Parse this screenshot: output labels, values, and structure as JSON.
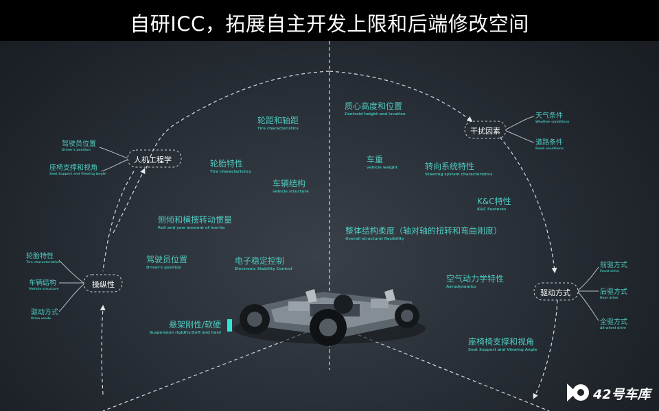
{
  "title": "自研ICC，拓展自主开发上限和后端修改空间",
  "hubs": {
    "ergonomics": "人机工程学",
    "interference": "干扰因素",
    "handling": "操纵性",
    "drive": "驱动方式"
  },
  "side_items": {
    "driver_position": {
      "zh": "驾驶员位置",
      "en": "Driver's position"
    },
    "seat_support_left": {
      "zh": "座椅支撑和视角",
      "en": "Seat Support and Viewing Angle"
    },
    "weather": {
      "zh": "天气条件",
      "en": "Weather conditions"
    },
    "road": {
      "zh": "道路条件",
      "en": "Road conditions"
    },
    "tire_left": {
      "zh": "轮胎特性",
      "en": "Tire characteristics"
    },
    "vehicle_structure_left": {
      "zh": "车辆结构",
      "en": "Vehicle structure"
    },
    "drive_mode": {
      "zh": "驱动方式",
      "en": "Drive mode"
    },
    "front_drive": {
      "zh": "前驱方式",
      "en": "Front drive"
    },
    "rear_drive": {
      "zh": "后驱方式",
      "en": "Rear drive"
    },
    "all_wheel": {
      "zh": "全驱方式",
      "en": "All-wheel drive"
    }
  },
  "center_items": {
    "wheelbase": {
      "zh": "轮距和轴距",
      "en": "Tire characteristics"
    },
    "tire": {
      "zh": "轮胎特性",
      "en": "Tire characteristics"
    },
    "vehicle_structure": {
      "zh": "车辆结构",
      "en": "vehicle structure"
    },
    "roll_yaw": {
      "zh": "侧倾和横摆转动惯量",
      "en": "Roll and yaw moment of inertia"
    },
    "driver_position": {
      "zh": "驾驶员位置",
      "en": "Driver's position"
    },
    "esc": {
      "zh": "电子稳定控制",
      "en": "Electronic Stability Control"
    },
    "suspension": {
      "zh": "悬架刚性/软硬",
      "en": "Suspension rigidity/Soft and hard"
    },
    "centroid": {
      "zh": "质心高度和位置",
      "en": "Centroid height and location"
    },
    "weight": {
      "zh": "车重",
      "en": "vehicle weight"
    },
    "steering": {
      "zh": "转向系统特性",
      "en": "Steering system characteristics"
    },
    "kc": {
      "zh": "K&C特性",
      "en": "K&C Features"
    },
    "structural_flex": {
      "zh": "整体结构柔度（轴对轴的扭转和弯曲刚度）",
      "en": "Overall structural flexibility"
    },
    "aero": {
      "zh": "空气动力学特性",
      "en": "Aerodynamics"
    },
    "seat_support": {
      "zh": "座椅椅支撑和视角",
      "en": "Seat Support and Viewing Angle"
    }
  },
  "logo_text": "42号车库",
  "colors": {
    "accent": "#4fc9c0",
    "line": "#d8dde2",
    "highlight": "#2ee6d6"
  }
}
